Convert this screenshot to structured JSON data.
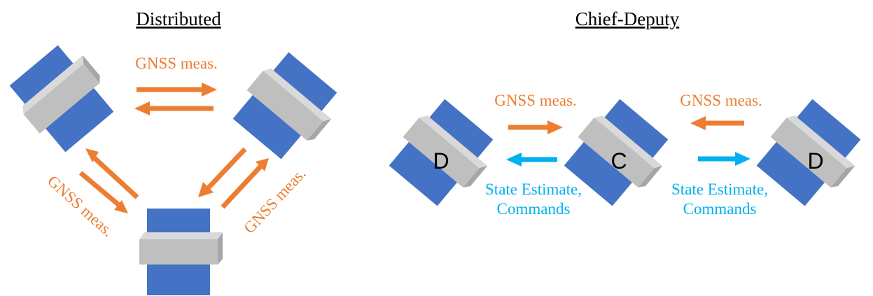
{
  "panels": {
    "distributed": {
      "title": "Distributed",
      "link_label": "GNSS meas."
    },
    "chief_deputy": {
      "title": "Chief-Deputy",
      "uplink_label": "GNSS meas.",
      "downlink_label_line1": "State Estimate,",
      "downlink_label_line2": "Commands",
      "deputy_letter": "D",
      "chief_letter": "C"
    }
  },
  "colors": {
    "solar_panel": "#4472C4",
    "bus": "#C8C8C8",
    "gnss_arrow": "#ED7D31",
    "command_arrow": "#00B0F0"
  }
}
